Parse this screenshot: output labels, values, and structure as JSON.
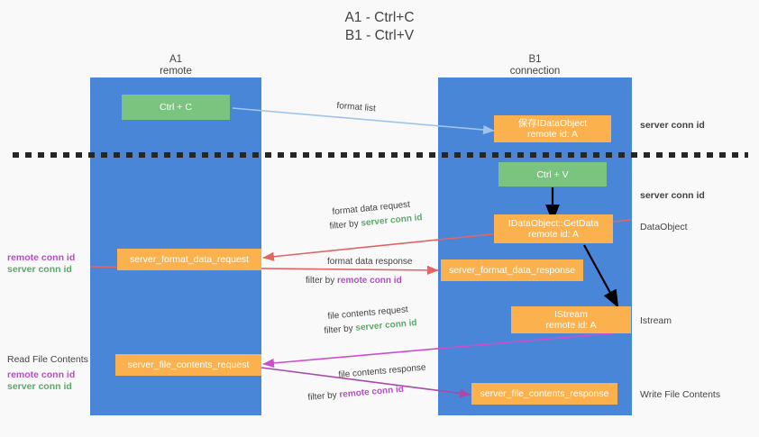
{
  "title": "A1 - Ctrl+C\nB1 - Ctrl+V",
  "colors": {
    "background": "#f9f9f9",
    "lane": "#4a86d8",
    "green_node": "#7ac47f",
    "orange_node": "#fbb24e",
    "green_text": "#5aa86a",
    "purple_text": "#b24fc4",
    "arrow_blue": "#9fc5ec",
    "arrow_red": "#e06666",
    "arrow_magenta": "#cc4ecc",
    "arrow_purple": "#a64ca6",
    "arrow_black": "#000000",
    "text": "#434343"
  },
  "columns": [
    {
      "name": "A1\nremote"
    },
    {
      "name": "B1\nconnection"
    }
  ],
  "nodes": {
    "ctrl_c": "Ctrl + C",
    "save_idataobject": "保存IDataObject\nremote id: A",
    "ctrl_v": "Ctrl + V",
    "getdata": "IDataObject::GetData\nremote id: A",
    "format_data_request": "server_format_data_request",
    "format_data_response": "server_format_data_response",
    "istream": "IStream\nremote id: A",
    "file_contents_request": "server_file_contents_request",
    "file_contents_response": "server_file_contents_response"
  },
  "edges": {
    "format_list": "format list",
    "format_data_request_l1": "format data request",
    "format_data_request_filter_prefix": "filter by ",
    "format_data_request_filter_value": "server conn id",
    "format_data_response_l1": "format data response",
    "format_data_response_filter_prefix": "filter by ",
    "format_data_response_filter_value": "remote conn id",
    "file_contents_request_l1": "file contents request",
    "file_contents_request_filter_prefix": "filter by ",
    "file_contents_request_filter_value": "server conn id",
    "file_contents_response_l1": "file contents response",
    "file_contents_response_filter_prefix": "filter by ",
    "file_contents_response_filter_value": "remote conn id"
  },
  "right_labels": {
    "server_conn_id_1": "server conn id",
    "server_conn_id_2": "server conn id",
    "dataobject": "DataObject",
    "istream": "Istream",
    "write_file_contents": "Write File Contents"
  },
  "left_labels": {
    "remote_conn_id_1": "remote conn id",
    "server_conn_id_1": "server conn id",
    "read_file_contents": "Read File Contents",
    "remote_conn_id_2": "remote conn id",
    "server_conn_id_2": "server conn id"
  }
}
